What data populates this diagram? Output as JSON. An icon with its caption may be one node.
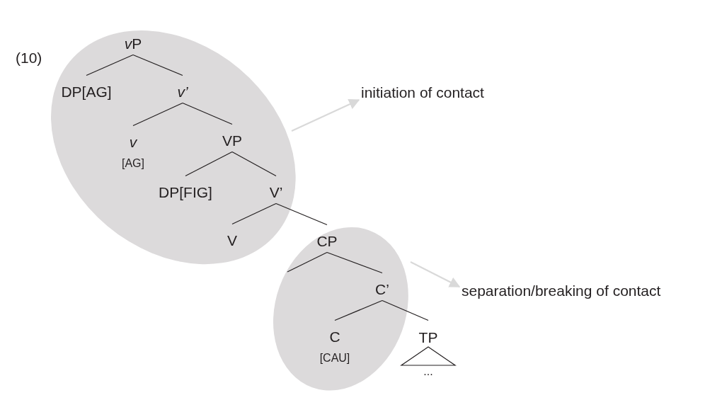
{
  "diagram": {
    "nodes": [
      {
        "text": [],
        "shape": "ellipse"
      },
      {
        "text": [
          "vP"
        ],
        "in": 0
      },
      {
        "text": [
          "DP[AG]"
        ],
        "in": 0
      },
      {
        "text": [
          "v’"
        ],
        "in": 0
      },
      {
        "text": [
          "v",
          "[AG]"
        ],
        "in": 0
      },
      {
        "text": [
          "VP"
        ],
        "in": 0
      },
      {
        "text": [
          "DP[FIG]"
        ],
        "in": 0
      },
      {
        "text": [
          "V’"
        ],
        "in": 0
      },
      {
        "text": [
          "V"
        ],
        "in": 0
      },
      {
        "text": [],
        "shape": "ellipse"
      },
      {
        "text": [
          "CP"
        ],
        "in": 9
      },
      {
        "text": [
          "C’"
        ],
        "in": 9
      },
      {
        "text": [
          "C",
          "[CAU]"
        ],
        "in": 9
      },
      {
        "text": [
          "TP",
          "..."
        ]
      },
      {
        "text": [
          "initiation of contact"
        ]
      },
      {
        "text": [
          "separation/breaking of contact"
        ]
      }
    ],
    "edges": [
      {
        "from": 1,
        "to": 2,
        "arrow": "none"
      },
      {
        "from": 1,
        "to": 3,
        "arrow": "none"
      },
      {
        "from": 3,
        "to": 4,
        "arrow": "none"
      },
      {
        "from": 3,
        "to": 5,
        "arrow": "none"
      },
      {
        "from": 5,
        "to": 6,
        "arrow": "none"
      },
      {
        "from": 5,
        "to": 7,
        "arrow": "none"
      },
      {
        "from": 7,
        "to": 8,
        "arrow": "none"
      },
      {
        "from": 7,
        "to": 10,
        "arrow": "none"
      },
      {
        "from": 10,
        "to": null,
        "arrow": "none"
      },
      {
        "from": 10,
        "to": 11,
        "arrow": "none"
      },
      {
        "from": 11,
        "to": 12,
        "arrow": "none"
      },
      {
        "from": 11,
        "to": 13,
        "arrow": "none"
      },
      {
        "from": 0,
        "to": 14,
        "arrow": "to",
        "color": "#d9d9d9"
      },
      {
        "from": 9,
        "to": 15,
        "arrow": "to",
        "color": "#d9d9d9"
      }
    ],
    "labels": [
      "(10)"
    ]
  }
}
